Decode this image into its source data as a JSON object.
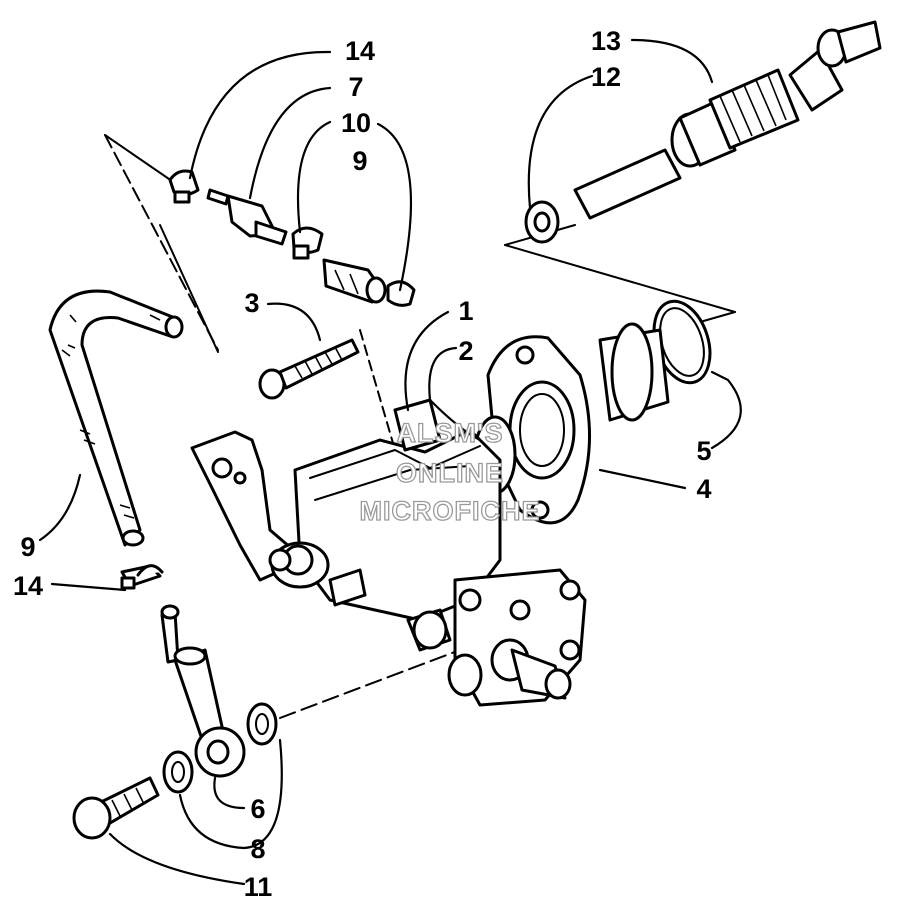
{
  "watermark": {
    "line1": "ALSM'S",
    "line2": "ONLINE",
    "line3": "MICROFICHE"
  },
  "callouts": [
    {
      "id": "c14a",
      "text": "14"
    },
    {
      "id": "c7",
      "text": "7"
    },
    {
      "id": "c10",
      "text": "10"
    },
    {
      "id": "c9a",
      "text": "9"
    },
    {
      "id": "c13",
      "text": "13"
    },
    {
      "id": "c12",
      "text": "12"
    },
    {
      "id": "c3",
      "text": "3"
    },
    {
      "id": "c1",
      "text": "1"
    },
    {
      "id": "c2",
      "text": "2"
    },
    {
      "id": "c5",
      "text": "5"
    },
    {
      "id": "c4",
      "text": "4"
    },
    {
      "id": "c9b",
      "text": "9"
    },
    {
      "id": "c14b",
      "text": "14"
    },
    {
      "id": "c6",
      "text": "6"
    },
    {
      "id": "c8",
      "text": "8"
    },
    {
      "id": "c11",
      "text": "11"
    }
  ]
}
